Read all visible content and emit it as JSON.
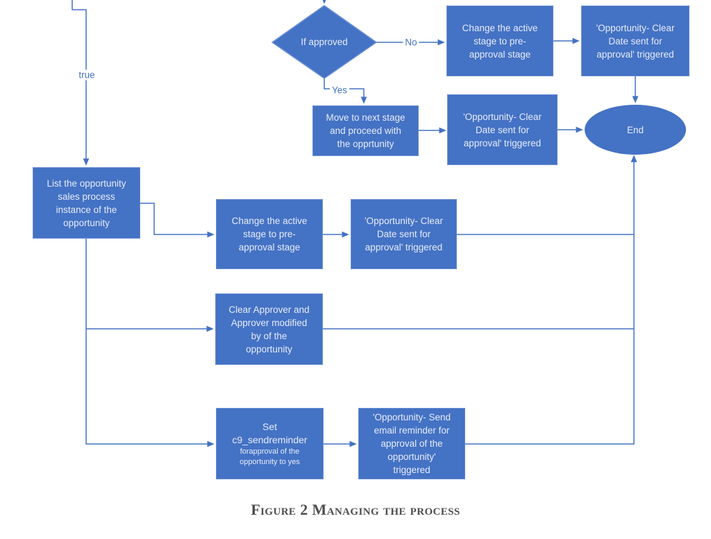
{
  "figure": {
    "caption": "Figure 2 Managing the process",
    "colors": {
      "node_fill": "#4472C4",
      "node_border": "#6C90D5",
      "node_text": "#E6ECF8",
      "connector": "#4472C4",
      "edge_label_text": "#4472C4",
      "caption_text": "#4E4E4E",
      "background": "#FFFFFF"
    },
    "edge_labels": {
      "true_label": "true",
      "no_label": "No",
      "yes_label": "Yes"
    },
    "nodes": {
      "decision": "If approved",
      "change_stage_top": "Change the active\nstage to pre-\napproval stage",
      "clear_date_trigger_top": "'Opportunity- Clear\nDate sent for\napproval' triggered",
      "move_next_stage": "Move to next stage\nand proceed with\nthe opprtunity",
      "clear_date_trigger_mid": "'Opportunity- Clear\nDate sent for\napproval' triggered",
      "end": "End",
      "list_opportunity": "List the opportunity\nsales process\ninstance of the\nopportunity",
      "change_stage_lower": "Change the active\nstage to pre-\napproval stage",
      "clear_date_trigger_lower": "'Opportunity- Clear\nDate sent for\napproval' triggered",
      "clear_approver": "Clear Approver and\nApprover modified\nby of the\nopportunity",
      "set_reminder_main": "Set\nc9_sendreminder",
      "set_reminder_sub": "forapproval of the\nopportunity to yes",
      "send_email_trigger": "'Opportunity- Send\nemail reminder for\napproval of the\nopportunity'\ntriggered"
    }
  }
}
